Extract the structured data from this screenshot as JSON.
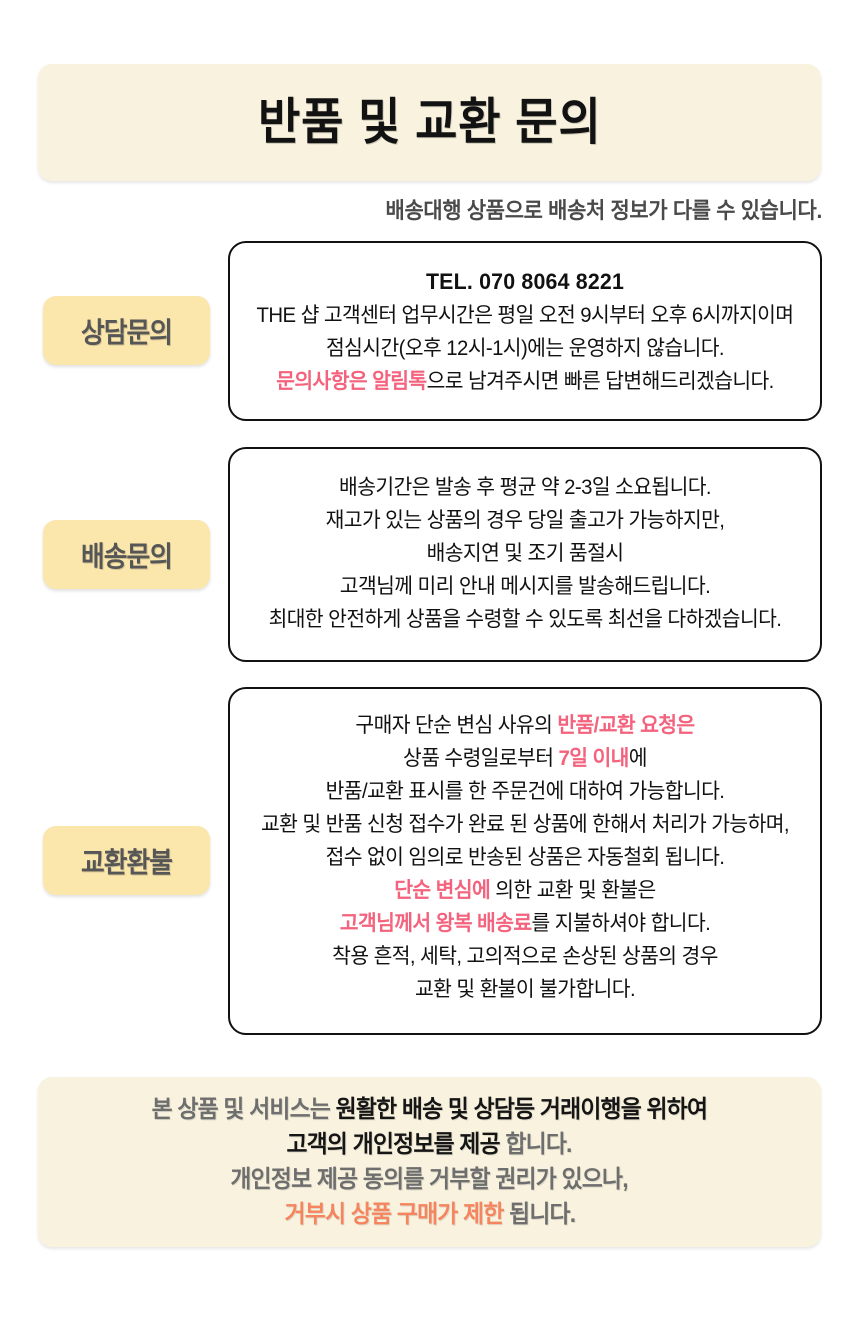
{
  "header": {
    "title": "반품 및 교환 문의"
  },
  "subtitle": "배송대행 상품으로 배송처 정보가 다를 수 있습니다.",
  "sections": [
    {
      "tag": "상담문의",
      "lines": [
        {
          "parts": [
            {
              "text": "TEL. 070 8064 8221",
              "style": "bold"
            }
          ]
        },
        {
          "parts": [
            {
              "text": "THE 샵 고객센터 업무시간은 평일 오전 9시부터 오후 6시까지이며",
              "style": "normal"
            }
          ]
        },
        {
          "parts": [
            {
              "text": "점심시간(오후 12시-1시)에는 운영하지 않습니다.",
              "style": "normal"
            }
          ]
        },
        {
          "parts": [
            {
              "text": "문의사항은 알림톡",
              "style": "pink"
            },
            {
              "text": "으로 남겨주시면  빠른 답변해드리겠습니다.",
              "style": "normal"
            }
          ]
        }
      ]
    },
    {
      "tag": "배송문의",
      "lines": [
        {
          "parts": [
            {
              "text": "배송기간은 발송 후 평균  약 2-3일 소요됩니다.",
              "style": "normal"
            }
          ]
        },
        {
          "parts": [
            {
              "text": "재고가 있는 상품의 경우 당일 출고가 가능하지만,",
              "style": "normal"
            }
          ]
        },
        {
          "parts": [
            {
              "text": "배송지연 및 조기 품절시",
              "style": "normal"
            }
          ]
        },
        {
          "parts": [
            {
              "text": "고객님께 미리 안내 메시지를 발송해드립니다.",
              "style": "normal"
            }
          ]
        },
        {
          "parts": [
            {
              "text": "최대한 안전하게 상품을 수령할 수 있도록 최선을 다하겠습니다.",
              "style": "normal"
            }
          ]
        }
      ]
    },
    {
      "tag": "교환환불",
      "lines": [
        {
          "parts": [
            {
              "text": "구매자 단순 변심 사유의 ",
              "style": "normal"
            },
            {
              "text": "반품/교환 요청은",
              "style": "pink"
            }
          ]
        },
        {
          "parts": [
            {
              "text": "상품 수령일로부터 ",
              "style": "normal"
            },
            {
              "text": "7일 이내",
              "style": "pink"
            },
            {
              "text": "에",
              "style": "normal"
            }
          ]
        },
        {
          "parts": [
            {
              "text": "반품/교환 표시를 한 주문건에 대하여 가능합니다.",
              "style": "normal"
            }
          ]
        },
        {
          "parts": [
            {
              "text": "교환 및 반품 신청 접수가 완료 된 상품에 한해서 처리가 가능하며,",
              "style": "normal"
            }
          ]
        },
        {
          "parts": [
            {
              "text": "접수 없이 임의로 반송된 상품은 자동철회 됩니다.",
              "style": "normal"
            }
          ]
        },
        {
          "parts": [
            {
              "text": "단순 변심에",
              "style": "pink"
            },
            {
              "text": " 의한 교환 및 환불은",
              "style": "normal"
            }
          ]
        },
        {
          "parts": [
            {
              "text": "고객님께서 왕복 배송료",
              "style": "pink"
            },
            {
              "text": "를 지불하셔야 합니다.",
              "style": "normal"
            }
          ]
        },
        {
          "parts": [
            {
              "text": "착용 흔적, 세탁, 고의적으로 손상된  상품의 경우",
              "style": "normal"
            }
          ]
        },
        {
          "parts": [
            {
              "text": "교환 및 환불이 불가합니다.",
              "style": "normal"
            }
          ]
        }
      ]
    }
  ],
  "footer": {
    "lines": [
      {
        "parts": [
          {
            "text": "본 상품 및 서비스는 ",
            "style": "gray"
          },
          {
            "text": "원활한 배송 및 상담등 거래이행을 위하여",
            "style": "black"
          }
        ]
      },
      {
        "parts": [
          {
            "text": "고객의 개인정보를  제공",
            "style": "black"
          },
          {
            "text": " 합니다.",
            "style": "gray"
          }
        ]
      },
      {
        "parts": [
          {
            "text": "개인정보 제공 동의를 거부할 권리가 있으나,",
            "style": "gray"
          }
        ]
      },
      {
        "parts": [
          {
            "text": "거부시 상품 구매가 제한",
            "style": "orange"
          },
          {
            "text": " 됩니다.",
            "style": "gray"
          }
        ]
      }
    ]
  },
  "colors": {
    "banner_bg": "#f8f2de",
    "tag_bg": "#fbe6ac",
    "tag_text": "#565656",
    "highlight_pink": "#f4637e",
    "footer_orange": "#f5855f",
    "footer_gray": "#6e6e6e",
    "body_text": "#111111"
  }
}
